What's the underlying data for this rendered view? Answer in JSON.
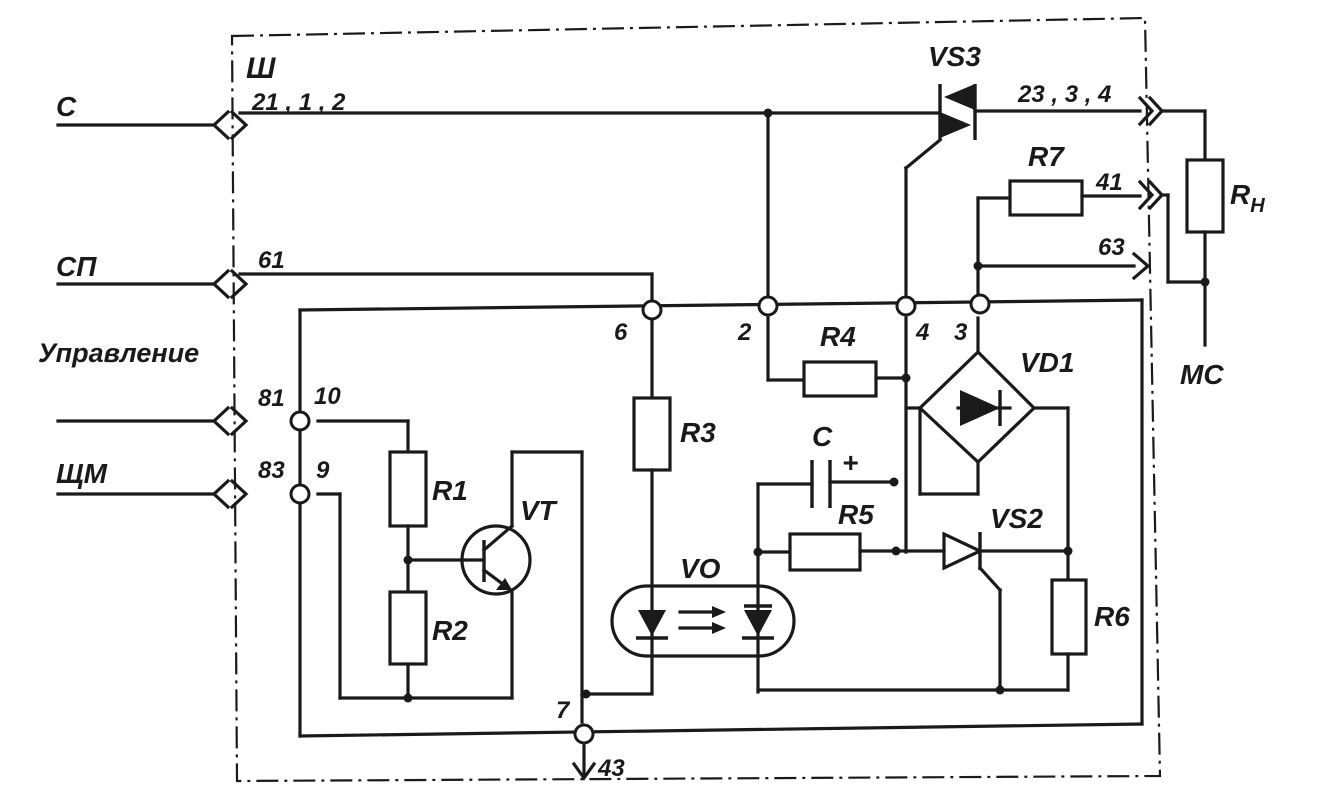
{
  "labels": {
    "block": "Ш",
    "sig_c": "С",
    "sig_sp": "СП",
    "control": "Управление",
    "sig_shm": "ЩМ",
    "pins_c": "21 , 1 , 2",
    "pins_out": "23 , 3 , 4",
    "pin_61": "61",
    "pin_41": "41",
    "pin_63": "63",
    "pin_81": "81",
    "pin_83": "83",
    "pin_43": "43",
    "node_10": "10",
    "node_9": "9",
    "node_6": "6",
    "node_2": "2",
    "node_4": "4",
    "node_3": "3",
    "node_7": "7",
    "vs3": "VS3",
    "r7": "R7",
    "rn": "R",
    "rn_sub": "Н",
    "mc": "МС",
    "r4": "R4",
    "vd1": "VD1",
    "r3": "R3",
    "c": "C",
    "plus": "+",
    "r5": "R5",
    "vs2": "VS2",
    "r1": "R1",
    "vt": "VT",
    "r2": "R2",
    "vo": "VO",
    "r6": "R6"
  }
}
